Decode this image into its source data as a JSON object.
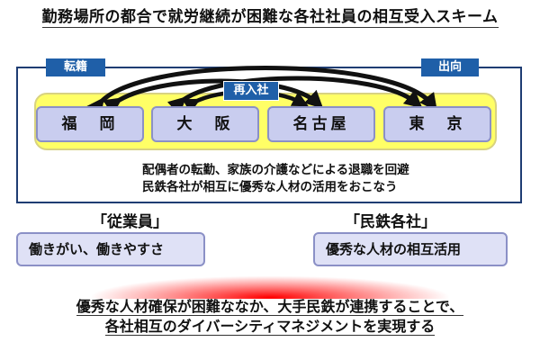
{
  "title": "勤務場所の都合で就労継続が困難な各社社員の相互受入スキーム",
  "tags": {
    "left": "転籍",
    "right": "出向",
    "middle": "再入社"
  },
  "cities": [
    "福　岡",
    "大　阪",
    "名古屋",
    "東　京"
  ],
  "description": {
    "line1": "配偶者の転勤、家族の介護などによる退職を回避",
    "line2": "民鉄各社が相互に優秀な人材の活用をおこなう"
  },
  "employees": {
    "heading": "「従業員」",
    "benefit": "働きがい、働きやすさ"
  },
  "companies": {
    "heading": "「民鉄各社」",
    "benefit": "優秀な人材の相互活用"
  },
  "conclusion": {
    "line1": "優秀な人材確保が困難ななか、大手民鉄が連携することで、",
    "line2": "各社相互のダイバーシティマネジメントを実現する"
  },
  "colors": {
    "tag": "#1f5fa8",
    "frame": "#1f3d73",
    "yellow": "#ffff66",
    "city": "#c9cdef",
    "arrow": "#111111",
    "gradient": "#ff0000"
  }
}
